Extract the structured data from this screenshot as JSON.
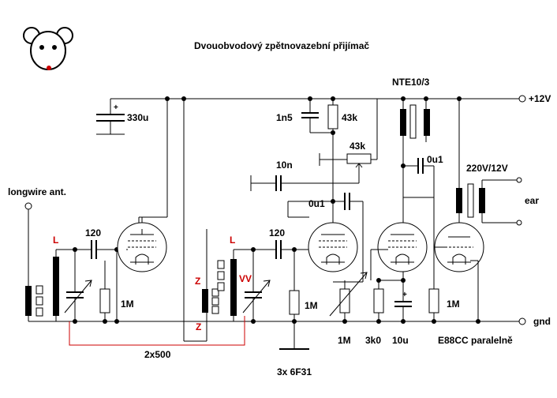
{
  "title": "Dvouobvodový zpětnovazební přijímač",
  "colors": {
    "wire": "#000000",
    "red_wire": "#cc0000",
    "background": "#ffffff"
  },
  "icons": {
    "logo": "mouse-face-icon"
  },
  "labels": {
    "cap_330u": "330u",
    "cap_1n5": "1n5",
    "res_43k_top": "43k",
    "pot_43k": "43k",
    "tube_nte": "NTE10/3",
    "supply": "+12V",
    "cap_10n": "10n",
    "cap_0u1_right": "0u1",
    "transformer": "220V/12V",
    "ear": "ear",
    "antenna": "longwire ant.",
    "coil_L1": "L",
    "cap_120_1": "120",
    "coil_L2": "L",
    "cap_120_2": "120",
    "cap_0u1_mid": "0u1",
    "vv": "VV",
    "z_top": "Z",
    "z_bottom": "Z",
    "res_1m_1": "1M",
    "res_1m_2": "1M",
    "res_1m_3": "1M",
    "gnd": "gnd",
    "res_1m_bottom": "1M",
    "res_3k0": "3k0",
    "cap_10u": "10u",
    "e88cc": "E88CC paralelně",
    "twin_cap": "2x500",
    "tubes": "3x 6F31"
  }
}
